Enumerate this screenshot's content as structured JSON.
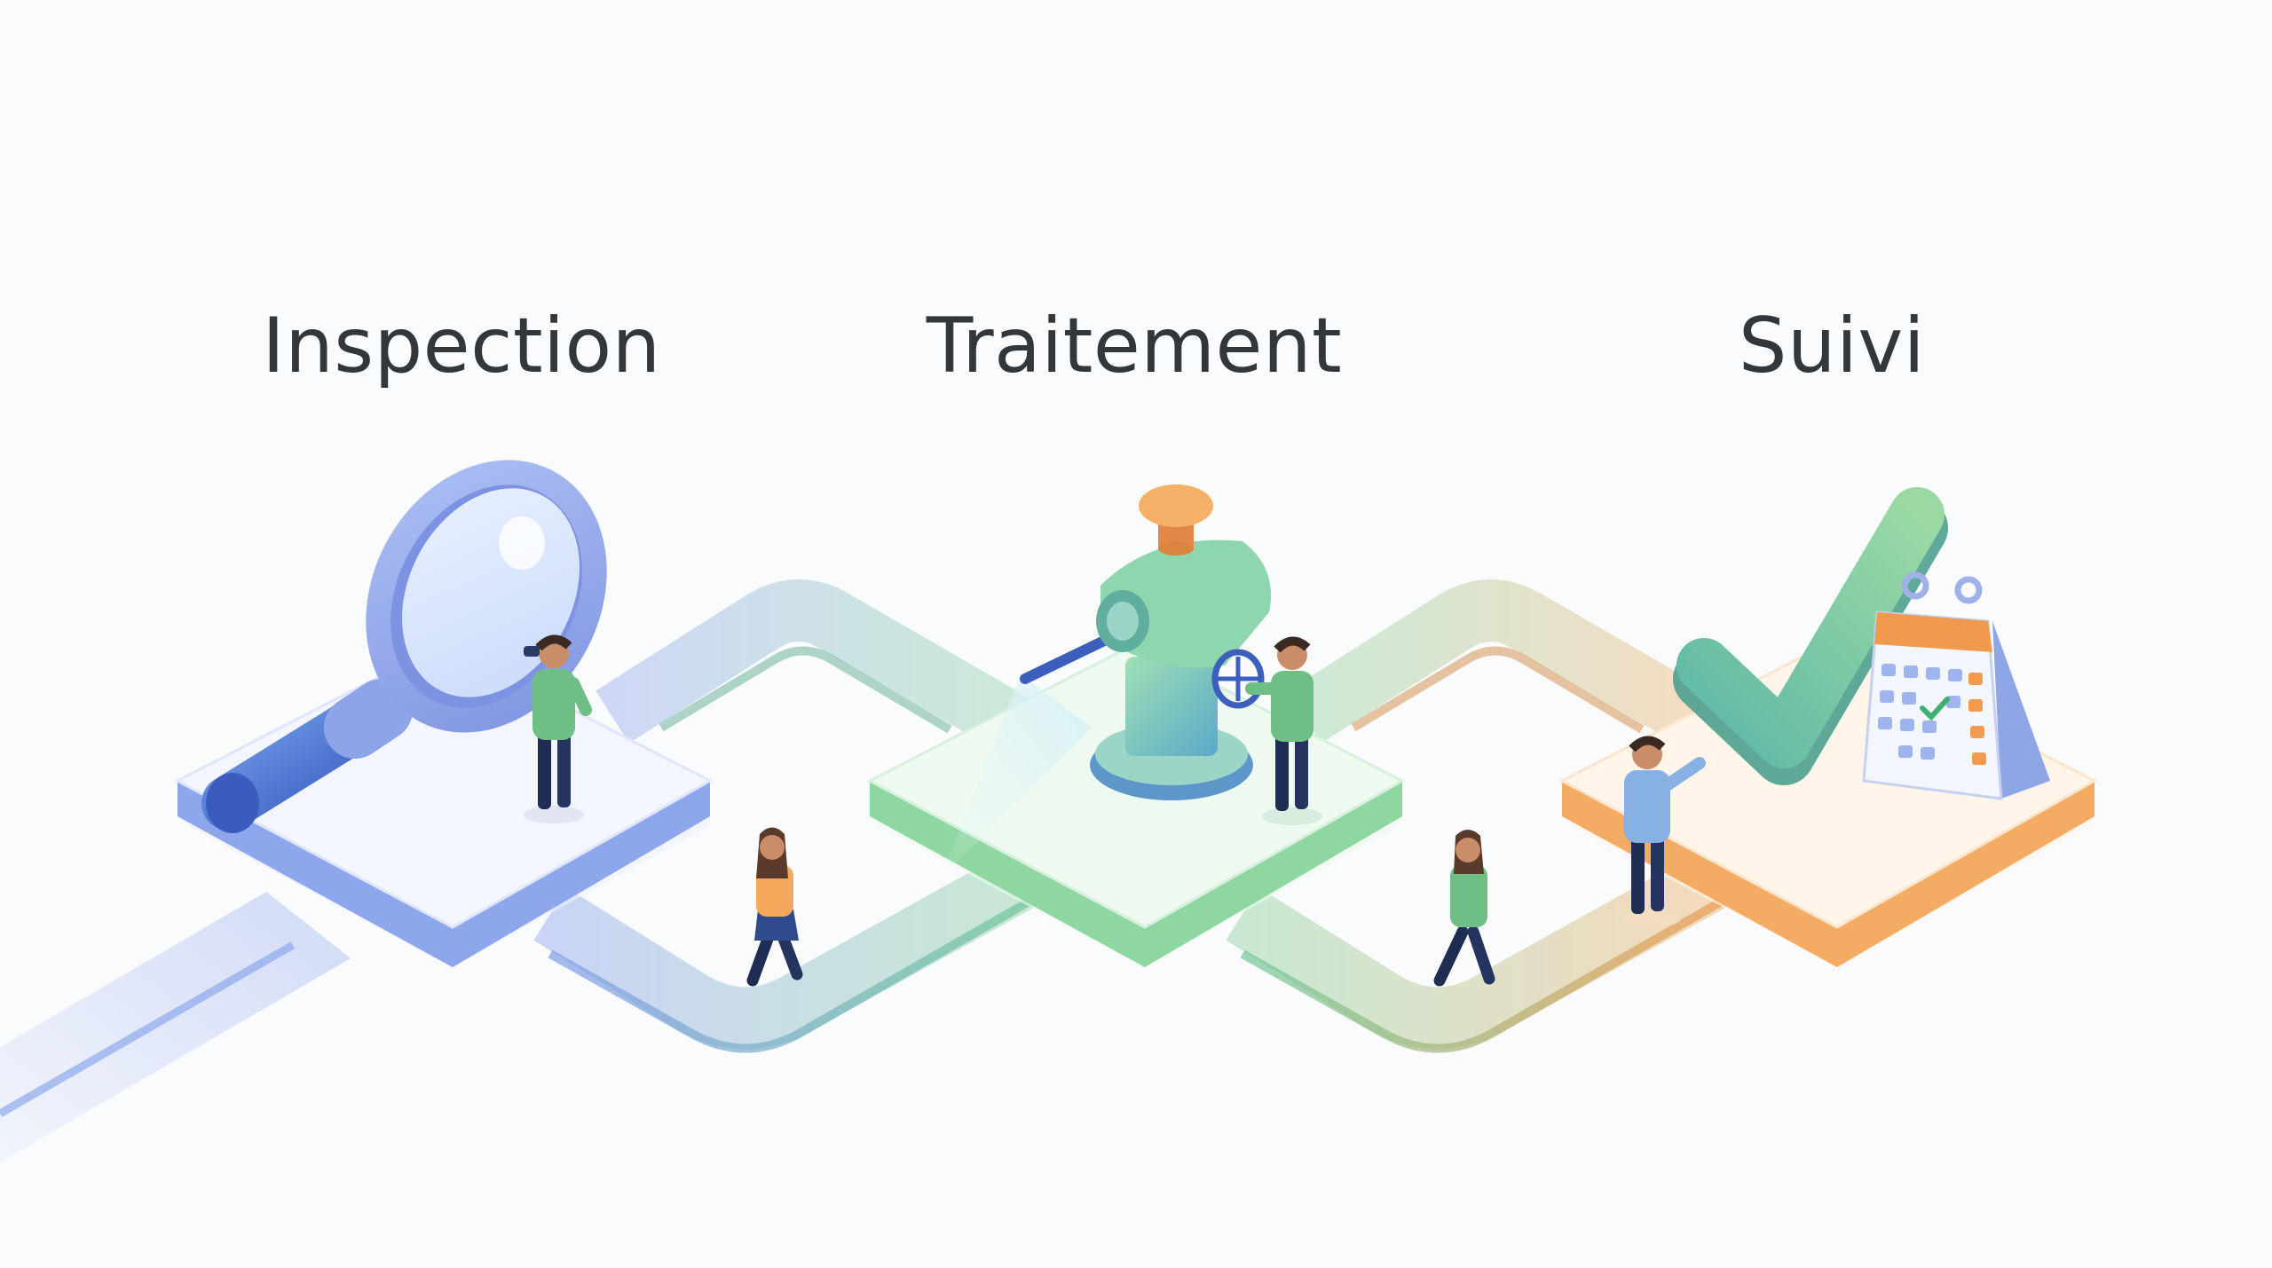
{
  "steps": [
    {
      "label": "Inspection",
      "color": "#8ea6ec"
    },
    {
      "label": "Traitement",
      "color": "#8fd7a0"
    },
    {
      "label": "Suivi",
      "color": "#f4ab64"
    }
  ],
  "icons": {
    "step1": "magnifying-glass-icon",
    "step2": "sprayer-machine-icon",
    "step3": "checkmark-calendar-icon"
  }
}
